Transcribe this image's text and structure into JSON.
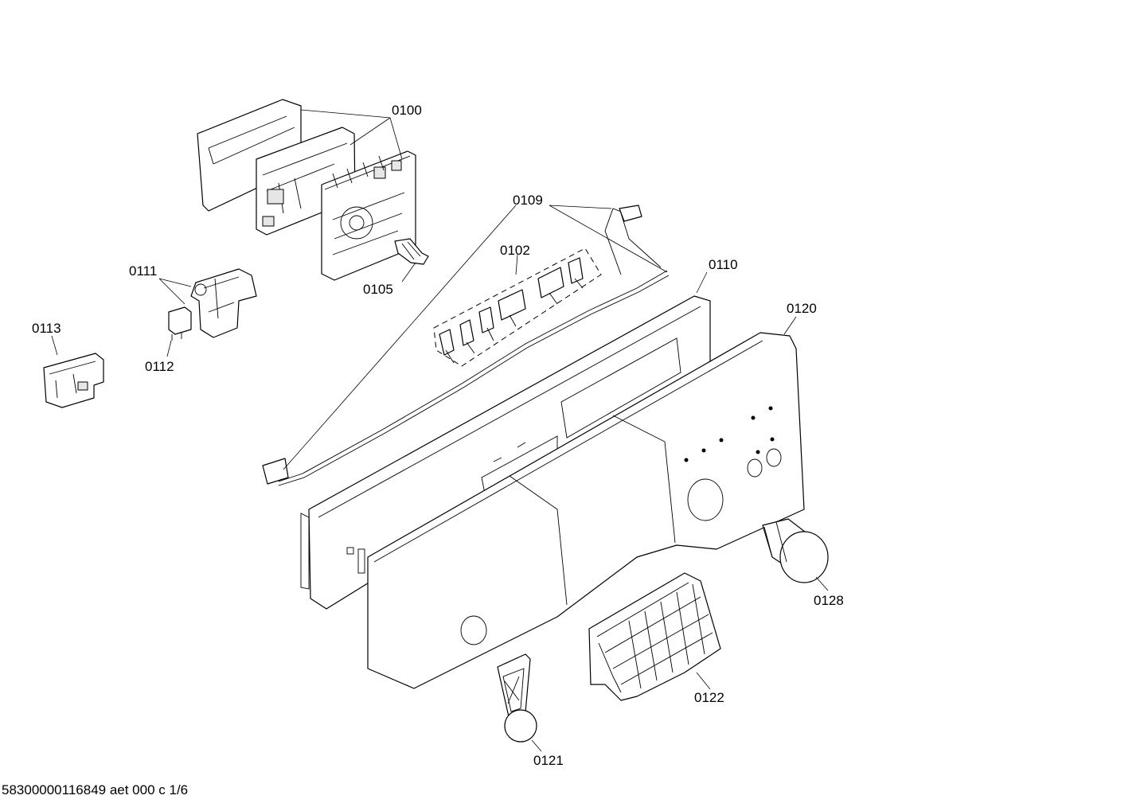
{
  "labels": {
    "p0100": "0100",
    "p0109": "0109",
    "p0102": "0102",
    "p0110": "0110",
    "p0120": "0120",
    "p0111": "0111",
    "p0105": "0105",
    "p0113": "0113",
    "p0112": "0112",
    "p0128": "0128",
    "p0122": "0122",
    "p0121": "0121"
  },
  "footer": {
    "code": "58300000116849 aet 000 c 1/6"
  }
}
